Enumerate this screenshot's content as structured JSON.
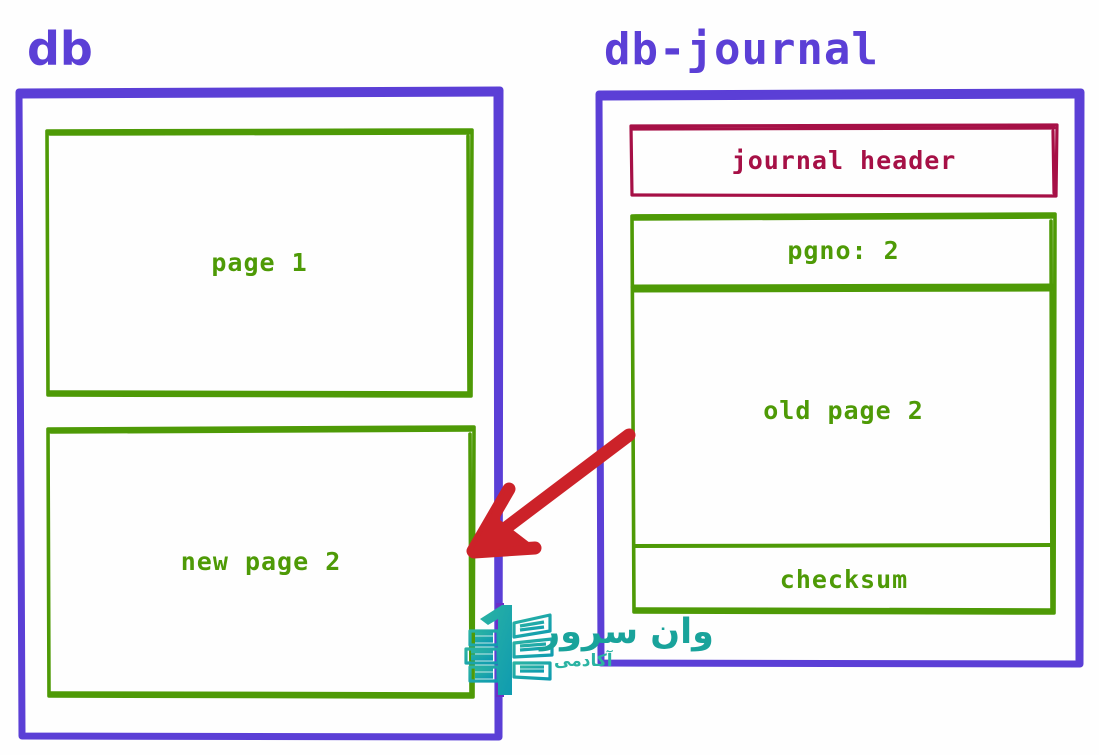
{
  "diagram": {
    "title_left": "db",
    "title_right": "db-journal",
    "db_file": {
      "label": "db",
      "border_color": "#5b3fd6",
      "pages": [
        {
          "label": "page 1",
          "color": "#4e9a06"
        },
        {
          "label": "new page 2",
          "color": "#4e9a06"
        }
      ]
    },
    "journal_file": {
      "label": "db-journal",
      "border_color": "#5b3fd6",
      "header": {
        "label": "journal header",
        "color": "#a61046"
      },
      "record": {
        "pgno": {
          "label": "pgno: 2",
          "color": "#4e9a06"
        },
        "payload": {
          "label": "old page 2",
          "color": "#4e9a06"
        },
        "checksum": {
          "label": "checksum",
          "color": "#4e9a06"
        }
      }
    },
    "arrow": {
      "name": "rollback-arrow",
      "color": "#cc2229",
      "direction": "right-to-left",
      "from": "old page 2",
      "to": "new page 2"
    },
    "colors": {
      "purple": "#5b3fd6",
      "green": "#4e9a06",
      "crimson": "#a61046",
      "red": "#cc2229",
      "teal": "#1aa8a0",
      "background": "#fefefe"
    }
  },
  "watermark": {
    "brand": "وان سرور",
    "sub": "آکادمی",
    "logo_icon": "one-server-logo-icon",
    "text_color": "#19a39b",
    "accent_color": "#6c2fc7"
  }
}
